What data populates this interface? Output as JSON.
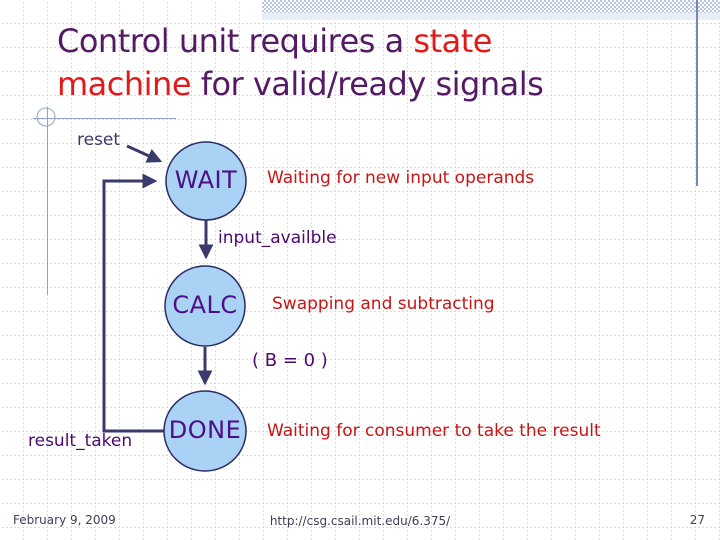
{
  "colors": {
    "title_purple": "#551a66",
    "highlight_red": "#e11919",
    "note_red": "#c91414",
    "transition_label_purple": "#4c0a6e",
    "state_text_purple": "#4c0f87",
    "node_fill": "#a9d2f4",
    "node_border": "#2b2b66",
    "edge_color": "#3a3a6d",
    "decor_line_blue": "#93a3c6",
    "accent_line_blue": "#7388b8",
    "grid_color": "#d7dce9",
    "footer_color": "#3f3f58"
  },
  "title": {
    "line1_text": "Control unit requires a ",
    "line1_highlight": "state",
    "line2_highlight": "machine",
    "line2_text": " for valid/ready signals"
  },
  "diagram": {
    "states": [
      {
        "label": "WAIT",
        "note": "Waiting for new input operands"
      },
      {
        "label": "CALC",
        "note": "Swapping and subtracting"
      },
      {
        "label": "DONE",
        "note": "Waiting for consumer to take the result"
      }
    ],
    "transitions": {
      "reset": "reset",
      "wait_to_calc": "input_availble",
      "calc_to_done": "( B = 0 )",
      "done_to_wait": "result_taken"
    }
  },
  "footer": {
    "date": "February 9, 2009",
    "url": "http://csg.csail.mit.edu/6.375/",
    "page_number": "27"
  }
}
